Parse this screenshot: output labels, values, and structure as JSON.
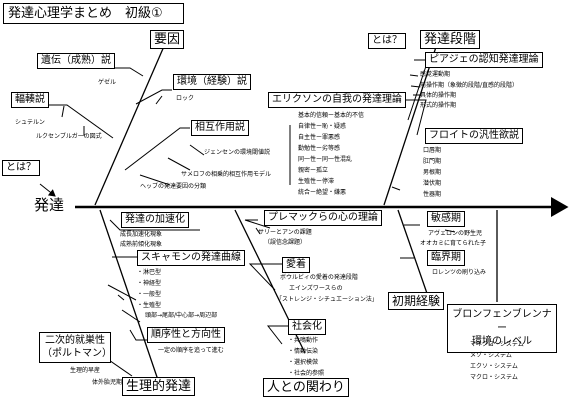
{
  "title": "発達心理学まとめ　初級①",
  "axis_label": "発達",
  "nodes": {
    "youin": "要因",
    "toha_left": "とは？",
    "toha_right": "とは？",
    "hattatsu_dankai": "発達段階",
    "iden": "遺伝（成熟）説",
    "gezeru": "ゲゼル",
    "kankyo": "環境（経験）説",
    "rokku": "ロック",
    "fukusousetsu": "輻輳説",
    "shutern": "シュテルン",
    "rukusen": "ルクセンブルガーの図式",
    "sougo": "相互作用説",
    "jensen": "ジェンセンの環境閾値説",
    "sameroff": "サメロフの相乗的相互作用モデル",
    "hebb": "ヘッブの発達要因の分類",
    "piaget": "ピアジェの認知発達理論",
    "piaget_items": [
      "感覚運動期",
      "前操作期（象徴的段階/直感的段階）",
      "具体的操作期",
      "形式的操作期"
    ],
    "erikson": "エリクソンの自我の発達理論",
    "erikson_items": [
      "基本的信頼ー基本的不信",
      "自律性ー恥・疑惑",
      "自主性ー罪悪感",
      "勤勉性ー劣等感",
      "同一性ー同一性混乱",
      "親密ー孤立",
      "生殖性ー停滞",
      "統合ー絶望・嫌悪"
    ],
    "freud": "フロイトの汎性欲説",
    "freud_items": [
      "口唇期",
      "肛門期",
      "男根期",
      "潜伏期",
      "性器期"
    ],
    "kasokuka": "発達の加速化",
    "kasoku_items": [
      "成長加速化現象",
      "成熟前傾化現象"
    ],
    "scammon": "スキャモンの発達曲線",
    "scammon_items": [
      "・淋巴型",
      "・神経型",
      "・一般型",
      "・生殖型"
    ],
    "toubi": "頭部→尾部/中心部→周辺部",
    "junjo": "順序性と方向性",
    "ittei": "一定の順序を追って進む",
    "niji": "二次的就巣性\n（ポルトマン）",
    "seiri_soudo": "生理的早産",
    "taigai": "体外胎児期",
    "seiritekihattatsu": "生理的発達",
    "premack": "プレマックらの心の理論",
    "sally": "サリーとアンの課題",
    "gosinnen": "（誤信念課題）",
    "aichaku": "愛着",
    "bowlby": "ボウルビィの愛着の発達段階",
    "ainsworth": "エインズワースらの",
    "strange": "「ストレンジ・シチュエーション法」",
    "shakaika": "社会化",
    "shakai_items": [
      "・共鳴動作",
      "・情動伝染",
      "・選択模倣",
      "・社会的参照"
    ],
    "hitotono": "人との関わり",
    "binkanki": "敏感期",
    "aveyron": "アヴェロンの野生児",
    "ookami": "オオカミに育てられた子",
    "rinkaiki": "臨界期",
    "lorenz": "ロレンツの刷り込み",
    "shoki": "初期経験",
    "bronfen": "ブロンフェンブレンナー\n環境のレベル",
    "bronfen_items": [
      "マイクロ・システム",
      "メゾ・システム",
      "エクソ・システム",
      "マクロ・システム"
    ]
  }
}
